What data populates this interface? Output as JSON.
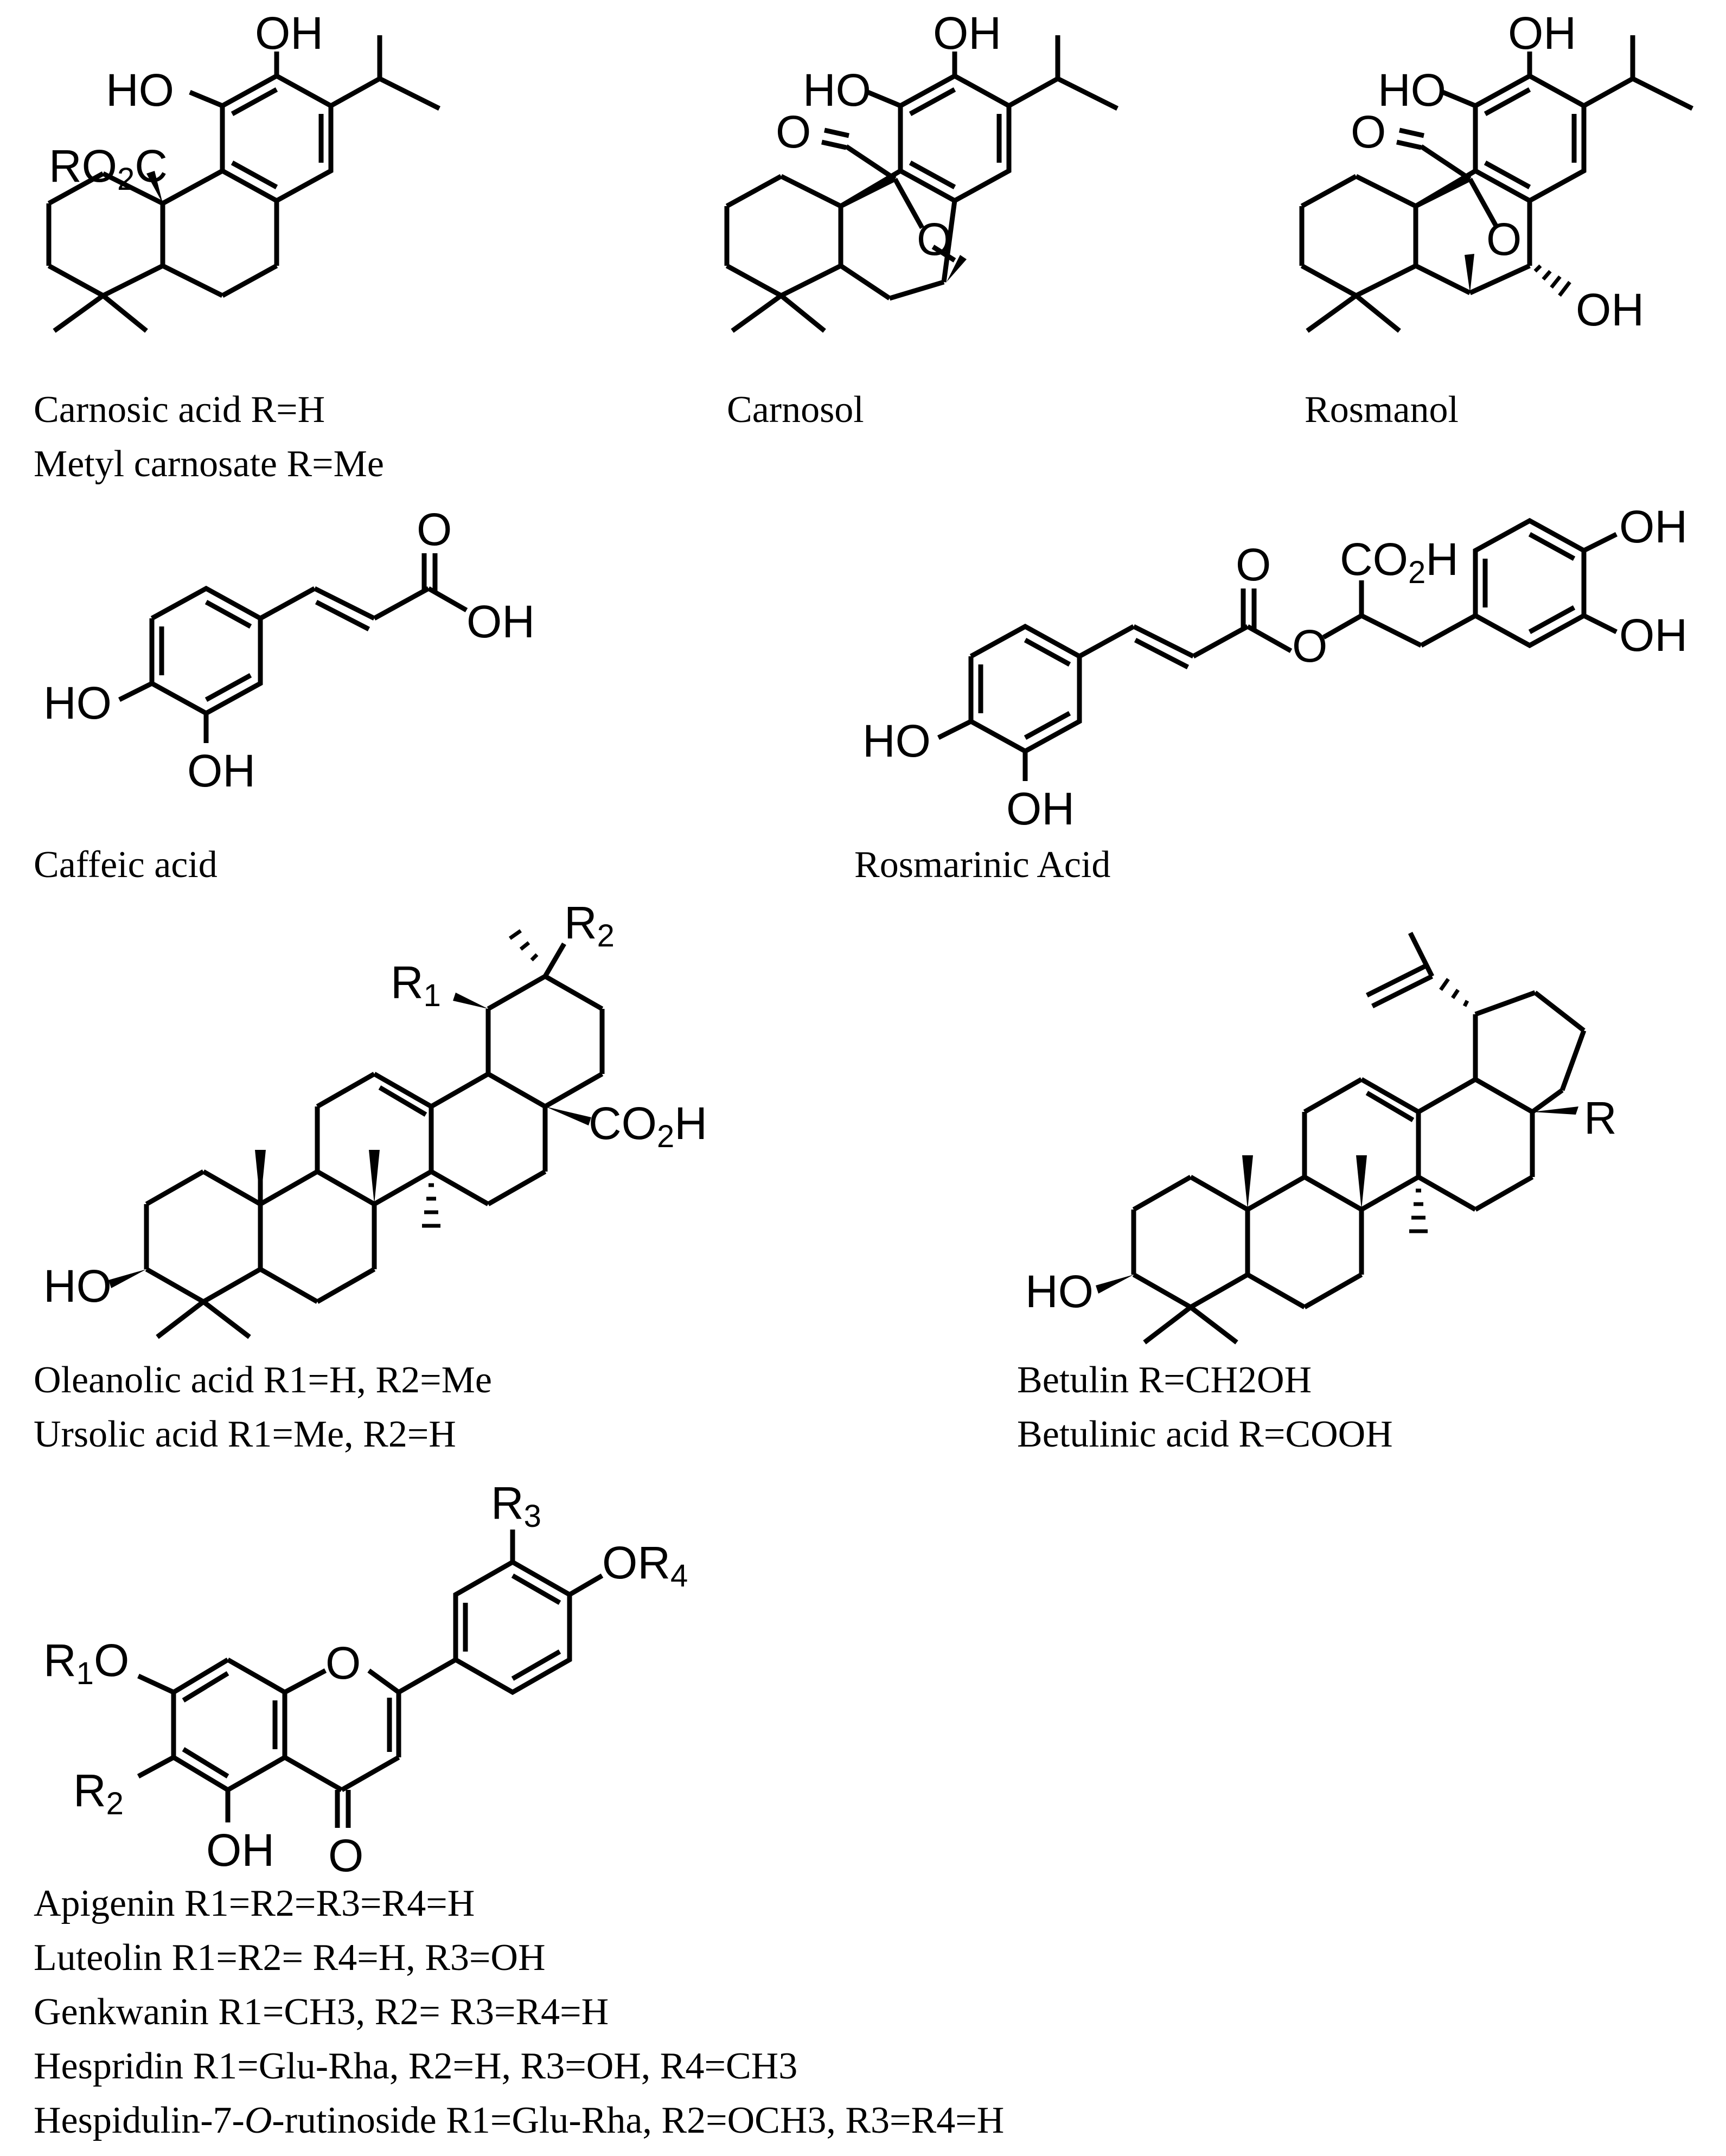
{
  "compounds": {
    "carnosic": {
      "line1": "Carnosic acid R=H",
      "line2": "Metyl carnosate R=Me"
    },
    "carnosol": {
      "name": "Carnosol"
    },
    "rosmanol": {
      "name": "Rosmanol"
    },
    "caffeic": {
      "name": "Caffeic acid"
    },
    "rosmarinic": {
      "name": "Rosmarinic Acid"
    },
    "oleanolic": {
      "name": "Oleanolic acid",
      "subst": "R1=H, R2=Me"
    },
    "ursolic": {
      "name": "Ursolic acid",
      "subst": "R1=Me, R2=H"
    },
    "betulin": {
      "name": "Betulin",
      "subst": "R=CH2OH"
    },
    "betulinic": {
      "name": "Betulinic acid",
      "subst": "R=COOH"
    },
    "apigenin": {
      "name": "Apigenin",
      "subst": "R1=R2=R3=R4=H"
    },
    "luteolin": {
      "name": "Luteolin",
      "subst": "R1=R2= R4=H, R3=OH"
    },
    "genkwanin": {
      "name": "Genkwanin",
      "subst": "R1=CH3, R2= R3=R4=H"
    },
    "hespridin": {
      "name": "Hespridin",
      "subst": "R1=Glu-Rha, R2=H, R3=OH, R4=CH3"
    },
    "hispidulin": {
      "name_prefix": "Hespidulin-7-",
      "name_italic": "O",
      "name_suffix": "-rutinoside",
      "subst": "R1=Glu-Rha, R2=OCH3, R3=R4=H"
    }
  },
  "atom_labels": {
    "OH": "OH",
    "HO": "HO",
    "O": "O",
    "RO": "RO",
    "C": "C",
    "CO": "CO",
    "H": "H",
    "R": "R",
    "R1": "R",
    "R2": "R",
    "R3": "R",
    "R4": "R",
    "OR": "OR",
    "sub1": "1",
    "sub2": "2",
    "sub3": "3",
    "sub4": "4"
  }
}
